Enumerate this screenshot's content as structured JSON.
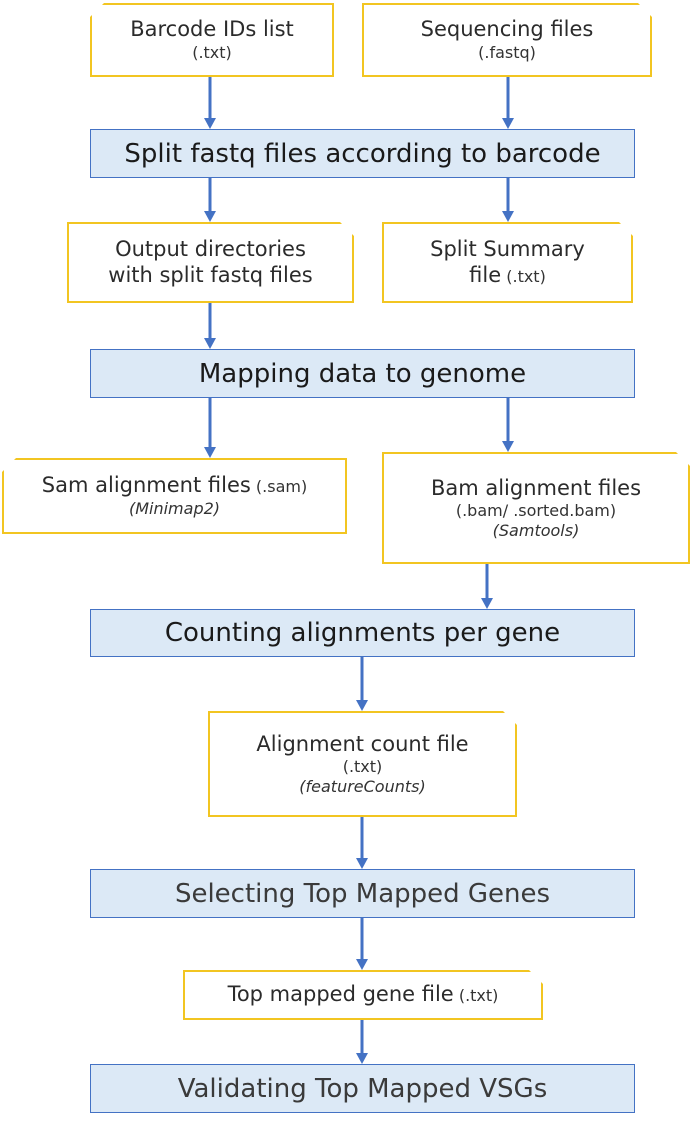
{
  "inputs": {
    "barcode": {
      "title": "Barcode IDs list",
      "ext": "(.txt)"
    },
    "sequencing": {
      "title": "Sequencing files",
      "ext": "(.fastq)"
    }
  },
  "steps": {
    "split": "Split fastq files according to barcode",
    "mapping": "Mapping data to genome",
    "counting": "Counting alignments per gene",
    "selecting": "Selecting Top Mapped Genes",
    "validating": "Validating Top Mapped VSGs"
  },
  "outputs": {
    "split_dirs": {
      "line1": "Output directories",
      "line2": "with split fastq files"
    },
    "split_summary": {
      "line1": "Split Summary",
      "line2": "file",
      "ext": "(.txt)"
    },
    "sam": {
      "title": "Sam alignment files",
      "ext": "(.sam)",
      "tool": "(Minimap2)"
    },
    "bam": {
      "title": "Bam alignment files",
      "ext": "(.bam/ .sorted.bam)",
      "tool": "(Samtools)"
    },
    "count": {
      "title": "Alignment count file",
      "ext": "(.txt)",
      "tool": "(featureCounts)"
    },
    "top": {
      "title": "Top mapped gene file",
      "ext": "(.txt)"
    }
  },
  "colors": {
    "arrow": "#4472c4",
    "process_fill": "#dce9f6",
    "process_border": "#4472c4",
    "file_border": "#f2c521"
  }
}
